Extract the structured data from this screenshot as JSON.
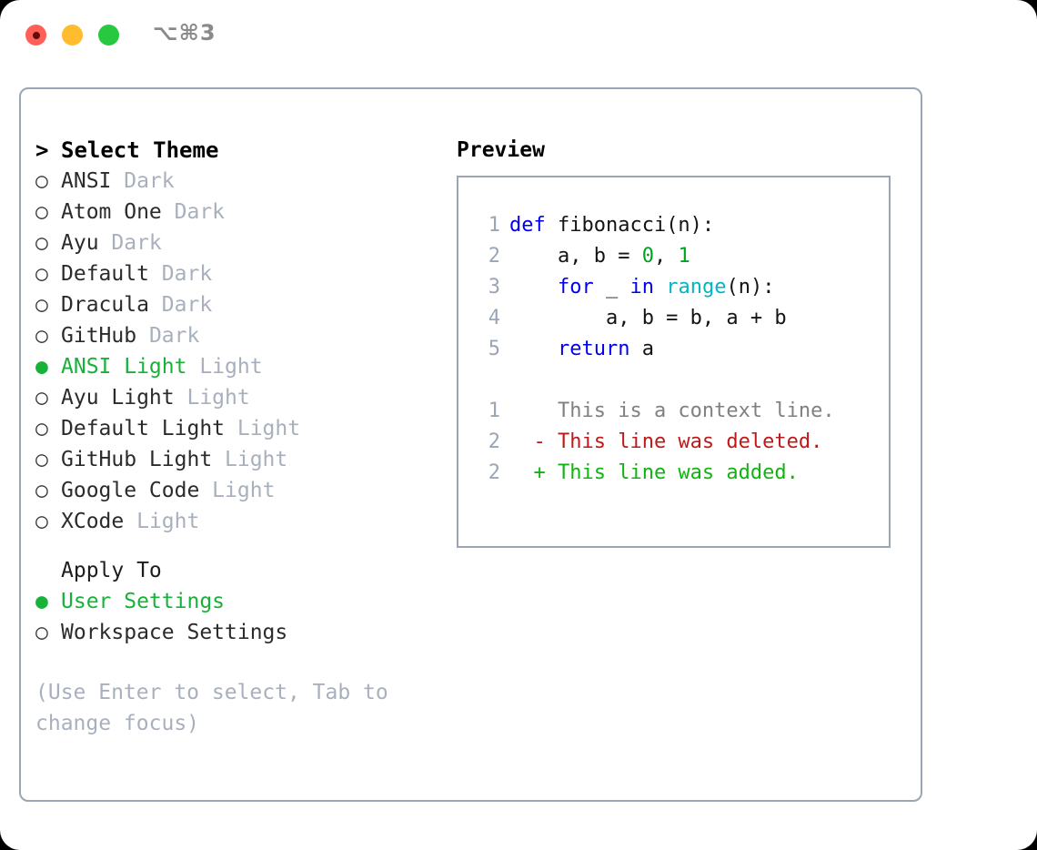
{
  "titlebar": {
    "shortcut": "⌥⌘3",
    "buttons": [
      {
        "name": "close",
        "color": "#ff5f57"
      },
      {
        "name": "minimize",
        "color": "#febc2e"
      },
      {
        "name": "maximize",
        "color": "#28c840"
      }
    ]
  },
  "theme_picker": {
    "header_marker": ">",
    "header": "Select Theme",
    "selected_marker": "●",
    "unselected_marker": "○",
    "selected_color": "#18b13a",
    "items": [
      {
        "marker": "○",
        "name": "ANSI",
        "variant": "Dark",
        "selected": false
      },
      {
        "marker": "○",
        "name": "Atom One",
        "variant": "Dark",
        "selected": false
      },
      {
        "marker": "○",
        "name": "Ayu",
        "variant": "Dark",
        "selected": false
      },
      {
        "marker": "○",
        "name": "Default",
        "variant": "Dark",
        "selected": false
      },
      {
        "marker": "○",
        "name": "Dracula",
        "variant": "Dark",
        "selected": false
      },
      {
        "marker": "○",
        "name": "GitHub",
        "variant": "Dark",
        "selected": false
      },
      {
        "marker": "●",
        "name": "ANSI Light",
        "variant": "Light",
        "selected": true
      },
      {
        "marker": "○",
        "name": "Ayu Light",
        "variant": "Light",
        "selected": false
      },
      {
        "marker": "○",
        "name": "Default Light",
        "variant": "Light",
        "selected": false
      },
      {
        "marker": "○",
        "name": "GitHub Light",
        "variant": "Light",
        "selected": false
      },
      {
        "marker": "○",
        "name": "Google Code",
        "variant": "Light",
        "selected": false
      },
      {
        "marker": "○",
        "name": "XCode",
        "variant": "Light",
        "selected": false
      }
    ]
  },
  "apply_to": {
    "title": "Apply To",
    "items": [
      {
        "marker": "●",
        "label": "User Settings",
        "selected": true
      },
      {
        "marker": "○",
        "label": "Workspace Settings",
        "selected": false
      }
    ]
  },
  "hint": "(Use Enter to select, Tab to change focus)",
  "preview": {
    "title": "Preview",
    "code_lines": [
      {
        "num": "1",
        "tokens": [
          {
            "t": "def ",
            "c": "kw"
          },
          {
            "t": "fibonacci(n):",
            "c": "txt"
          }
        ]
      },
      {
        "num": "2",
        "tokens": [
          {
            "t": "    a, b = ",
            "c": "txt"
          },
          {
            "t": "0",
            "c": "num"
          },
          {
            "t": ", ",
            "c": "txt"
          },
          {
            "t": "1",
            "c": "num"
          }
        ]
      },
      {
        "num": "3",
        "tokens": [
          {
            "t": "    ",
            "c": "txt"
          },
          {
            "t": "for",
            "c": "kw"
          },
          {
            "t": " _ ",
            "c": "txt"
          },
          {
            "t": "in",
            "c": "kw"
          },
          {
            "t": " ",
            "c": "txt"
          },
          {
            "t": "range",
            "c": "fn"
          },
          {
            "t": "(n):",
            "c": "txt"
          }
        ]
      },
      {
        "num": "4",
        "tokens": [
          {
            "t": "        a, b = b, a + b",
            "c": "txt"
          }
        ]
      },
      {
        "num": "5",
        "tokens": [
          {
            "t": "    ",
            "c": "txt"
          },
          {
            "t": "return",
            "c": "kw"
          },
          {
            "t": " a",
            "c": "txt"
          }
        ]
      }
    ],
    "diff_lines": [
      {
        "num": "1",
        "sign": " ",
        "text": "This is a context line.",
        "kind": "ctx"
      },
      {
        "num": "2",
        "sign": "-",
        "text": "This line was deleted.",
        "kind": "del"
      },
      {
        "num": "2",
        "sign": "+",
        "text": "This line was added.",
        "kind": "add"
      }
    ]
  }
}
